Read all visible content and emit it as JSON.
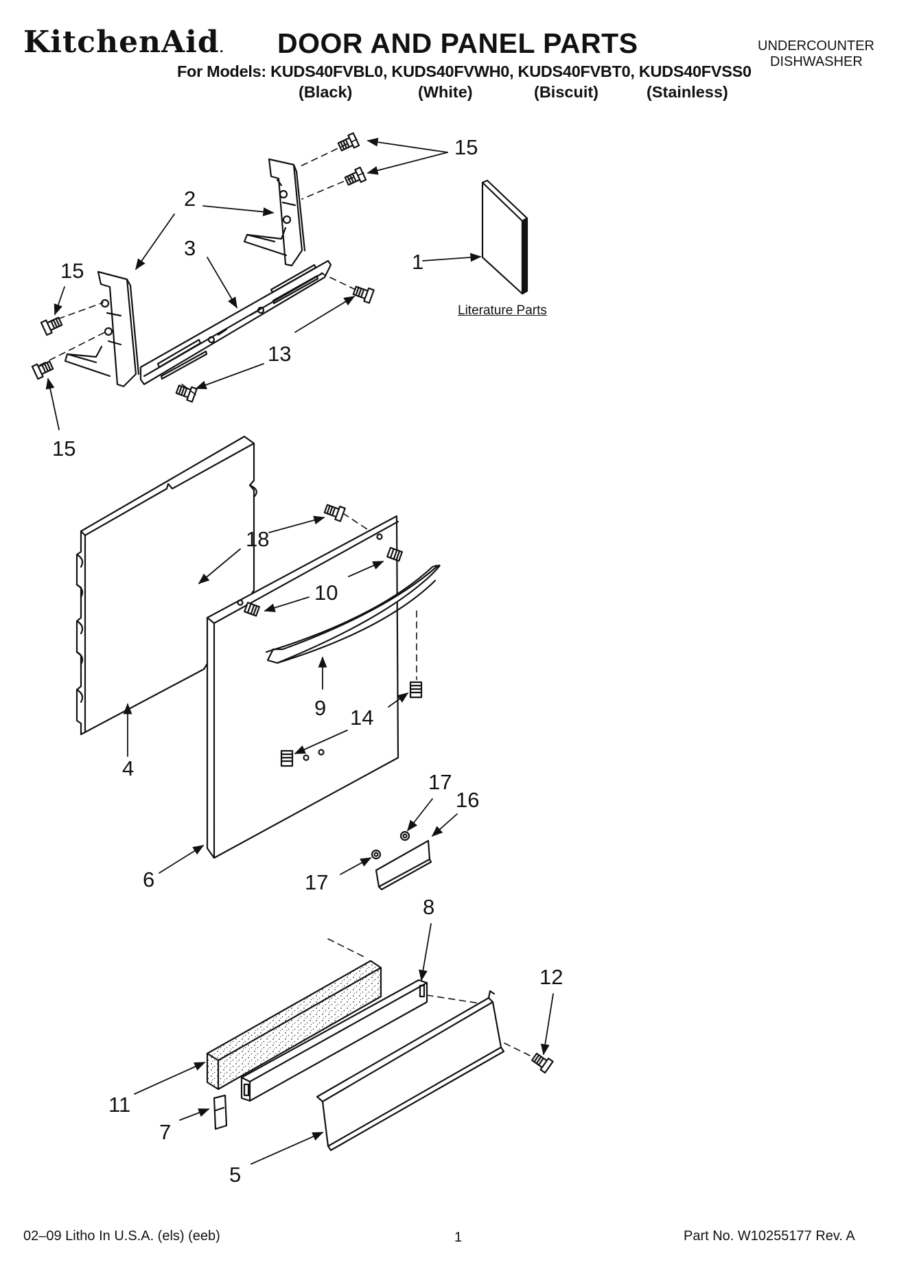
{
  "header": {
    "brand": "KitchenAid",
    "brand_mark": ".",
    "title": "DOOR AND PANEL PARTS",
    "product_type_line1": "UNDERCOUNTER",
    "product_type_line2": "DISHWASHER",
    "models_line": "For Models: KUDS40FVBL0, KUDS40FVWH0, KUDS40FVBT0, KUDS40FVSS0",
    "colors": [
      "(Black)",
      "(White)",
      "(Biscuit)",
      "(Stainless)"
    ]
  },
  "diagram": {
    "literature_label": "Literature Parts",
    "callouts": {
      "c1": "1",
      "c2": "2",
      "c3": "3",
      "c4": "4",
      "c5": "5",
      "c6": "6",
      "c7": "7",
      "c8": "8",
      "c9": "9",
      "c10": "10",
      "c11": "11",
      "c12": "12",
      "c13": "13",
      "c14": "14",
      "c15a": "15",
      "c15b": "15",
      "c15c": "15",
      "c16": "16",
      "c17a": "17",
      "c17b": "17",
      "c18": "18"
    }
  },
  "footer": {
    "left": "02–09 Litho In U.S.A. (els) (eeb)",
    "page": "1",
    "right": "Part No. W10255177 Rev. A"
  }
}
